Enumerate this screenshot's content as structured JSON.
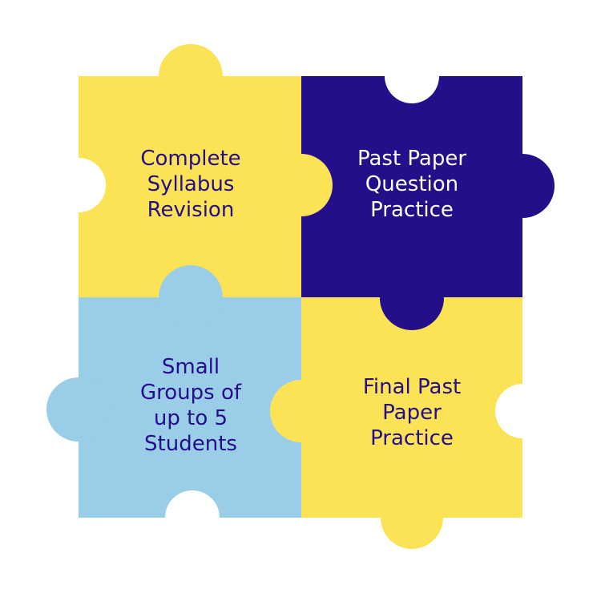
{
  "colors": {
    "yellow": "#FCE356",
    "navy": "#250E8A",
    "light_blue": "#9ACDE8",
    "navy_text": "#250E8A",
    "white_text": "#FFFFFF",
    "background": "#FFFFFF"
  },
  "pieces": [
    {
      "id": "top-left",
      "label": "Complete\nSyllabus\nRevision",
      "fill": "yellow",
      "text_color": "navy_text"
    },
    {
      "id": "top-right",
      "label": "Past Paper\nQuestion\nPractice",
      "fill": "navy",
      "text_color": "white_text"
    },
    {
      "id": "bottom-left",
      "label": "Small\nGroups of\nup to 5\nStudents",
      "fill": "light_blue",
      "text_color": "navy_text"
    },
    {
      "id": "bottom-right",
      "label": "Final Past\nPaper\nPractice",
      "fill": "yellow",
      "text_color": "navy_text"
    }
  ]
}
